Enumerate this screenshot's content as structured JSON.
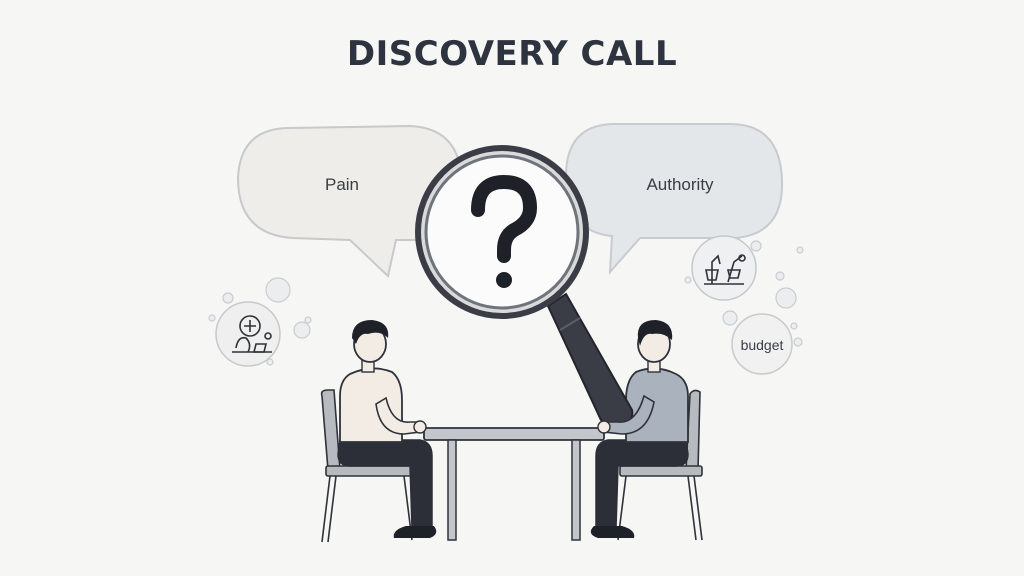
{
  "title": "DISCOVERY CALL",
  "bubbles": {
    "left_label": "Pain",
    "right_label": "Authority",
    "small_label": "budget"
  },
  "icons": [
    "question-mark-icon",
    "magnifying-glass-icon",
    "person-gear-icon",
    "scale-icon"
  ],
  "colors": {
    "title": "#2e3340",
    "left_bubble": "#efede9",
    "right_bubble": "#e4e7ea",
    "dark_figure": "#2c2f37",
    "shirt_light": "#f2ece4",
    "shirt_blue": "#a9b2bd"
  }
}
